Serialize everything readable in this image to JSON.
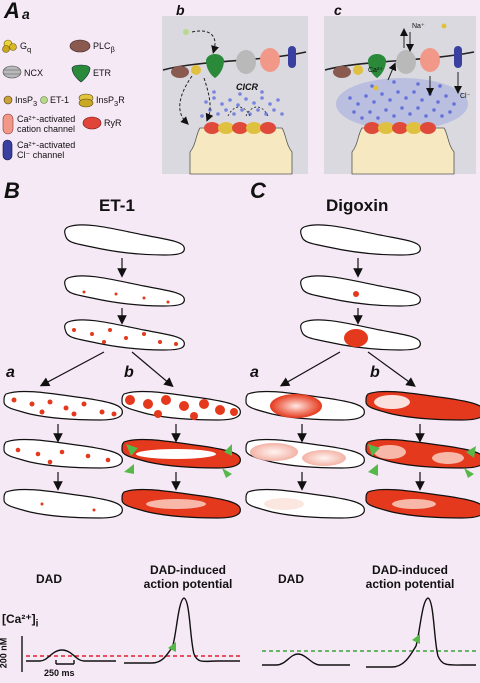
{
  "panel_a": {
    "letter": "A",
    "sub": "a",
    "legend": [
      {
        "label": "G",
        "sub": "q"
      },
      {
        "label": "PLC",
        "sub": "β"
      },
      {
        "label": "NCX"
      },
      {
        "label": "ETR"
      },
      {
        "label": "InsP",
        "sub": "3"
      },
      {
        "label": "ET-1"
      },
      {
        "label": "InsP",
        "sub": "3",
        "tail": "R"
      },
      {
        "label": "Ca²⁺-activated",
        "line2": "cation channel"
      },
      {
        "label": "RyR"
      },
      {
        "label": "Ca²⁺-activated",
        "line2": "Cl⁻ channel"
      }
    ],
    "inset_b": {
      "letter": "b",
      "cicr": "CICR"
    },
    "inset_c": {
      "letter": "c",
      "na": "Na⁺",
      "ca": "Ca²⁺",
      "cl": "Cl⁻"
    }
  },
  "panel_b": {
    "letter": "B",
    "title": "ET-1",
    "sub_a": "a",
    "sub_b": "b",
    "cap_a": "DAD",
    "cap_b": [
      "DAD-induced",
      "action potential"
    ]
  },
  "panel_c": {
    "letter": "C",
    "title": "Digoxin",
    "sub_a": "a",
    "sub_b": "b",
    "cap_a": "DAD",
    "cap_b": [
      "DAD-induced",
      "action potential"
    ]
  },
  "traces": {
    "ylabel": "[Ca²⁺]",
    "ylabel_sub": "i",
    "scale_y": "200 nM",
    "scale_x": "250 ms"
  },
  "colors": {
    "background": "#f6e9f6",
    "cell_red": "#e4391c",
    "red_dashed": "#e0202a",
    "green_dashed": "#3aa23a",
    "arrowhead_green": "#56b848",
    "inset_bg": "#d7d7dd"
  }
}
